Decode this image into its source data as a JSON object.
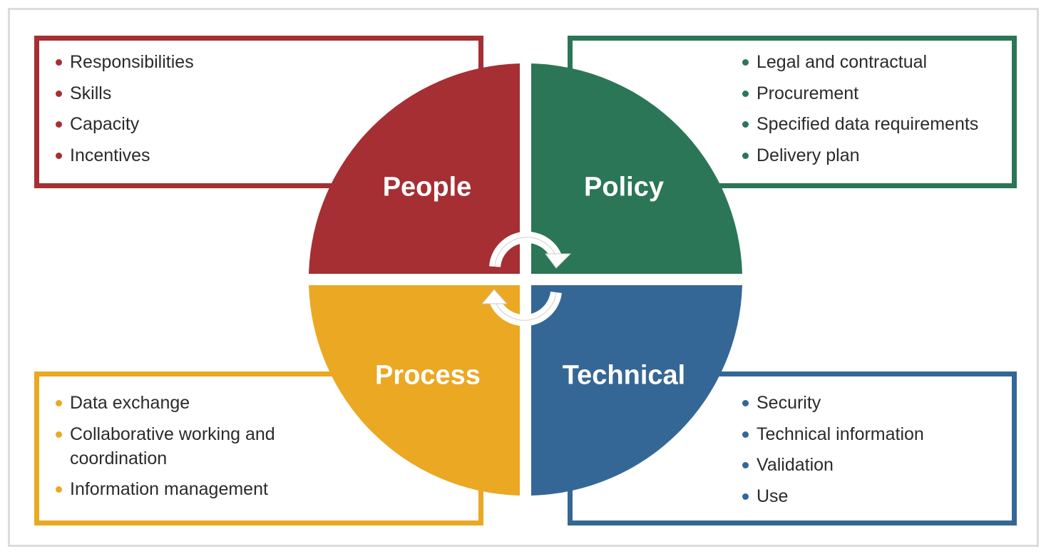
{
  "colors": {
    "people": "#a52f33",
    "policy": "#2b7657",
    "process": "#eaa823",
    "technical": "#356796",
    "frame": "#d9dddc"
  },
  "quadrants": {
    "people": {
      "label": "People",
      "items": [
        "Responsibilities",
        "Skills",
        "Capacity",
        "Incentives"
      ]
    },
    "policy": {
      "label": "Policy",
      "items": [
        "Legal and contractual",
        "Procurement",
        "Specified data requirements",
        "Delivery plan"
      ]
    },
    "process": {
      "label": "Process",
      "items": [
        "Data exchange",
        "Collaborative working and coordination",
        "Information management"
      ]
    },
    "technical": {
      "label": "Technical",
      "items": [
        "Security",
        "Technical information",
        "Validation",
        "Use"
      ]
    }
  },
  "center_icon": "cycle-arrows-icon"
}
